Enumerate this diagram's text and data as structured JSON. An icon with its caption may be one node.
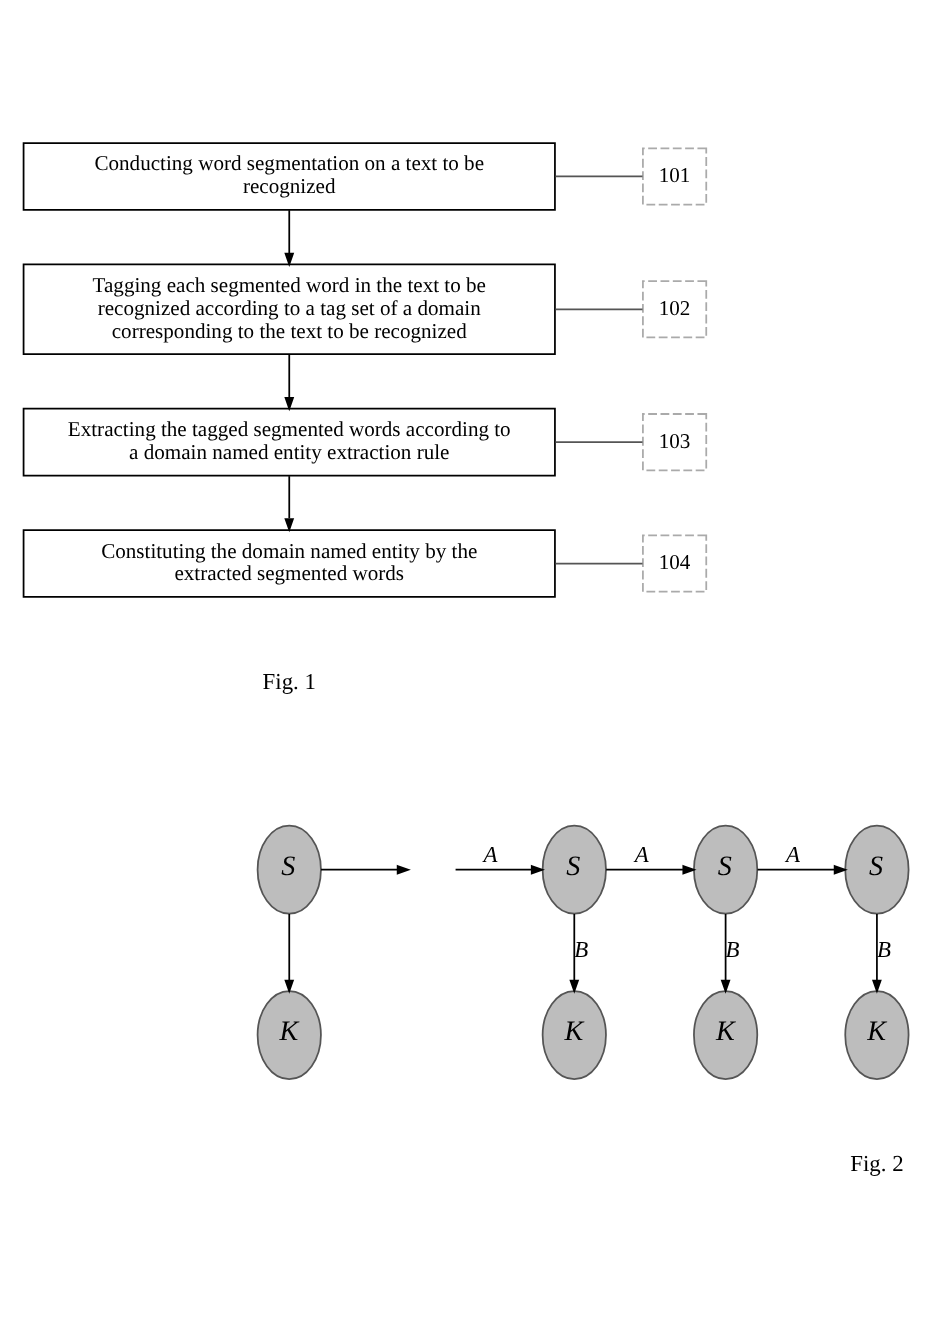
{
  "diagram": {
    "nodes": [
      {
        "text": [
          "Conducting word segmentation on a text to be recognized"
        ]
      },
      {
        "text": [
          "Tagging each segmented word in the text to be recognized according to a tag set of a domain corresponding to the text to be recognized"
        ]
      },
      {
        "text": [
          "Extracting the tagged segmented words according to a domain named entity extraction rule"
        ]
      },
      {
        "text": [
          "Constituting the domain named entity by the extracted segmented words"
        ]
      },
      {
        "text": [
          "101"
        ]
      },
      {
        "text": [
          "102"
        ]
      },
      {
        "text": [
          "103"
        ]
      },
      {
        "text": [
          "104"
        ]
      },
      {
        "text": [
          "S"
        ]
      },
      {
        "text": [
          "S"
        ]
      },
      {
        "text": [
          "S"
        ]
      },
      {
        "text": [
          "S"
        ]
      },
      {
        "text": [
          "K"
        ]
      },
      {
        "text": [
          "K"
        ]
      },
      {
        "text": [
          "K"
        ]
      },
      {
        "text": [
          "K"
        ]
      }
    ],
    "edges": [
      {
        "from": 0,
        "to": 1,
        "arrow": "to"
      },
      {
        "from": 1,
        "to": 2,
        "arrow": "to"
      },
      {
        "from": 2,
        "to": 3,
        "arrow": "to"
      },
      {
        "from": 0,
        "to": 4,
        "arrow": "none"
      },
      {
        "from": 1,
        "to": 5,
        "arrow": "none"
      },
      {
        "from": 2,
        "to": 6,
        "arrow": "none"
      },
      {
        "from": 3,
        "to": 7,
        "arrow": "none"
      },
      {
        "from": 8,
        "to": null,
        "arrow": "to"
      },
      {
        "from": null,
        "to": 9,
        "arrow": "to",
        "label": "A"
      },
      {
        "from": 9,
        "to": 10,
        "arrow": "to",
        "label": "A"
      },
      {
        "from": 10,
        "to": 11,
        "arrow": "to",
        "label": "A"
      },
      {
        "from": 8,
        "to": 12,
        "arrow": "to"
      },
      {
        "from": 9,
        "to": 13,
        "arrow": "to",
        "label": "B"
      },
      {
        "from": 10,
        "to": 14,
        "arrow": "to",
        "label": "B"
      },
      {
        "from": 11,
        "to": 15,
        "arrow": "to",
        "label": "B"
      }
    ],
    "labels": [
      "Fig. 1",
      "Fig. 2"
    ]
  }
}
